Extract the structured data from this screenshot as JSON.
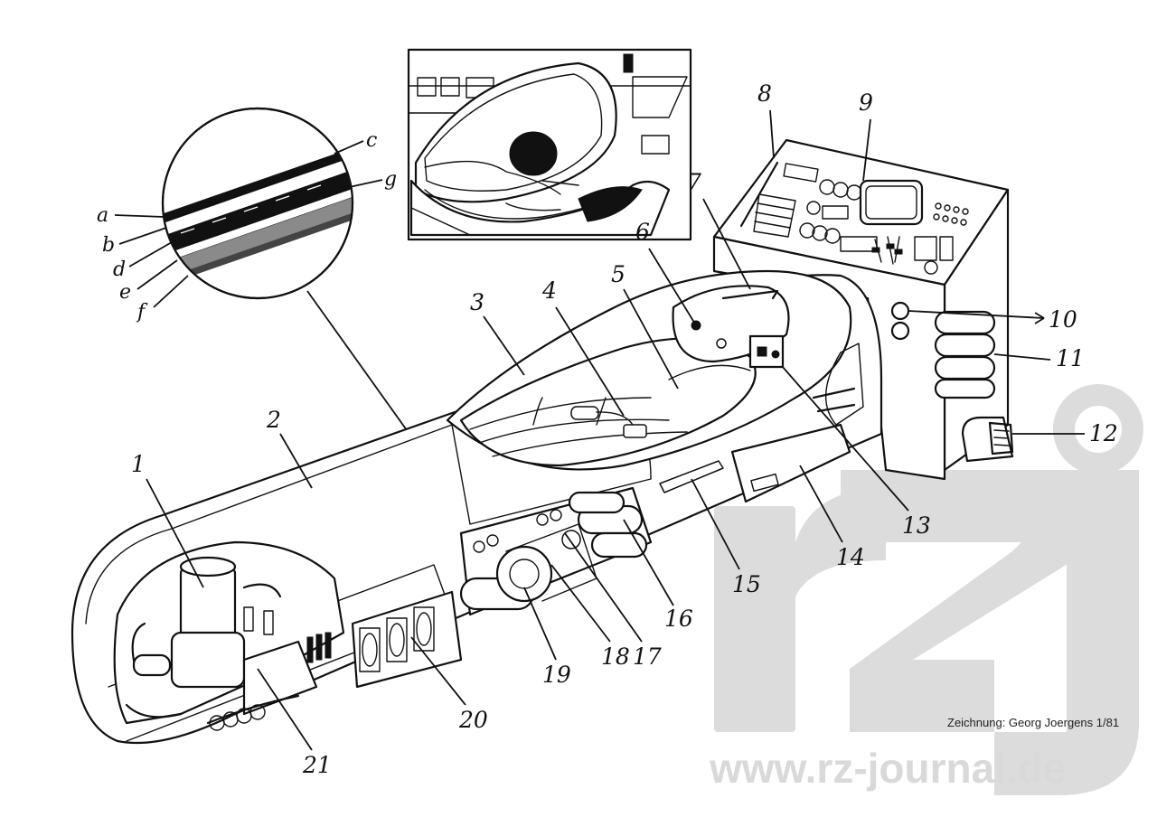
{
  "drawing": {
    "labels": {
      "n1": "1",
      "n2": "2",
      "n3": "3",
      "n4": "4",
      "n5": "5",
      "n6": "6",
      "n7": "7",
      "n8": "8",
      "n9": "9",
      "n10": "10",
      "n11": "11",
      "n12": "12",
      "n13": "13",
      "n14": "14",
      "n15": "15",
      "n16": "16",
      "n17": "17",
      "n18": "18",
      "n19": "19",
      "n20": "20",
      "n21": "21"
    },
    "layer_labels": {
      "a": "a",
      "b": "b",
      "c": "c",
      "d": "d",
      "e": "e",
      "f": "f",
      "g": "g"
    },
    "credit": "Zeichnung: Georg Joergens 1/81"
  },
  "watermark": {
    "url": "www.rz-journal.de",
    "logo_text": "rzj",
    "color": "#d9d9d9"
  }
}
